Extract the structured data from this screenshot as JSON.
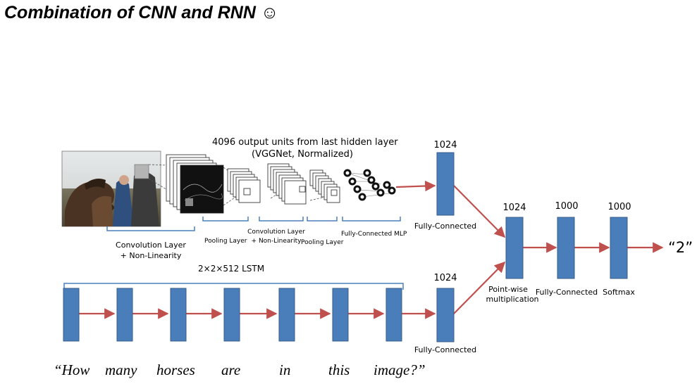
{
  "title": "Combination of CNN and RNN ☺",
  "cnn": {
    "header_line1": "4096 output  units from last hidden layer",
    "header_line2": "(VGGNet, Normalized)",
    "conv1_line1": "Convolution Layer",
    "conv1_line2": "+ Non-Linearity",
    "pool1": "Pooling Layer",
    "conv2_line1": "Convolution Layer",
    "conv2_line2": "+ Non-Linearity",
    "pool2": "Pooling  Layer",
    "fc_mlp": "Fully-Connected MLP"
  },
  "blocks": {
    "cnn_fc_size": "1024",
    "cnn_fc_label": "Fully-Connected",
    "lstm_fc_size": "1024",
    "lstm_fc_label": "Fully-Connected",
    "pointwise_size": "1024",
    "pointwise_line1": "Point-wise",
    "pointwise_line2": "multiplication",
    "fc2_size": "1000",
    "fc2_label": "Fully-Connected",
    "softmax_size": "1000",
    "softmax_label": "Softmax"
  },
  "lstm": {
    "label": "2×2×512 LSTM"
  },
  "question_words": [
    "“How",
    "many",
    "horses",
    "are",
    "in",
    "this",
    "image?”"
  ],
  "output": "“2”",
  "colors": {
    "block_fill": "#4a7ebb",
    "block_stroke": "#385d8a",
    "arrow": "#c0504d",
    "bracket": "#4a7ebb"
  }
}
